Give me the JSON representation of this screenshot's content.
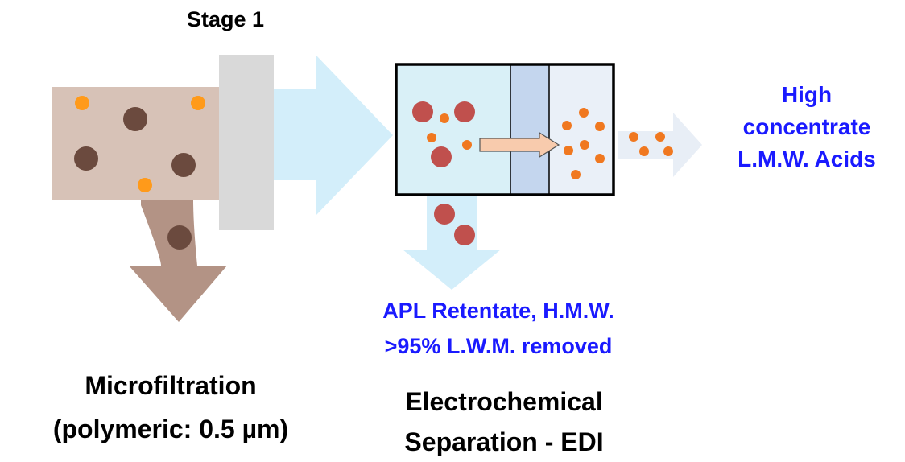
{
  "labels": {
    "stage": "Stage 1",
    "microfiltration_line1": "Microfiltration",
    "microfiltration_line2": "(polymeric: 0.5 µm)",
    "edi_line1": "Electrochemical",
    "edi_line2": "Separation - EDI",
    "retentate_line1": "APL Retentate, H.M.W.",
    "retentate_line2": ">95% L.W.M. removed",
    "product_line1": "High",
    "product_line2": "concentrate",
    "product_line3": "L.M.W. Acids"
  },
  "colors": {
    "feed": "#d7c2b7",
    "feed_arrow": "#a07b6c",
    "filter_plate": "#d9d9d9",
    "flow_arrow": "#d3eefa",
    "chamber_left": "#d9f0f7",
    "membrane": "#c4d6ee",
    "chamber_right": "#eaf0f8",
    "large_particle": "#c0504d",
    "small_particle": "#f07820",
    "dark_particle": "#6b4a3e",
    "orange_particle": "#ff9a1a",
    "transfer_arrow": "#f8cbad",
    "output_arrow": "#e8eef6",
    "blue_text": "#1a1aff"
  }
}
